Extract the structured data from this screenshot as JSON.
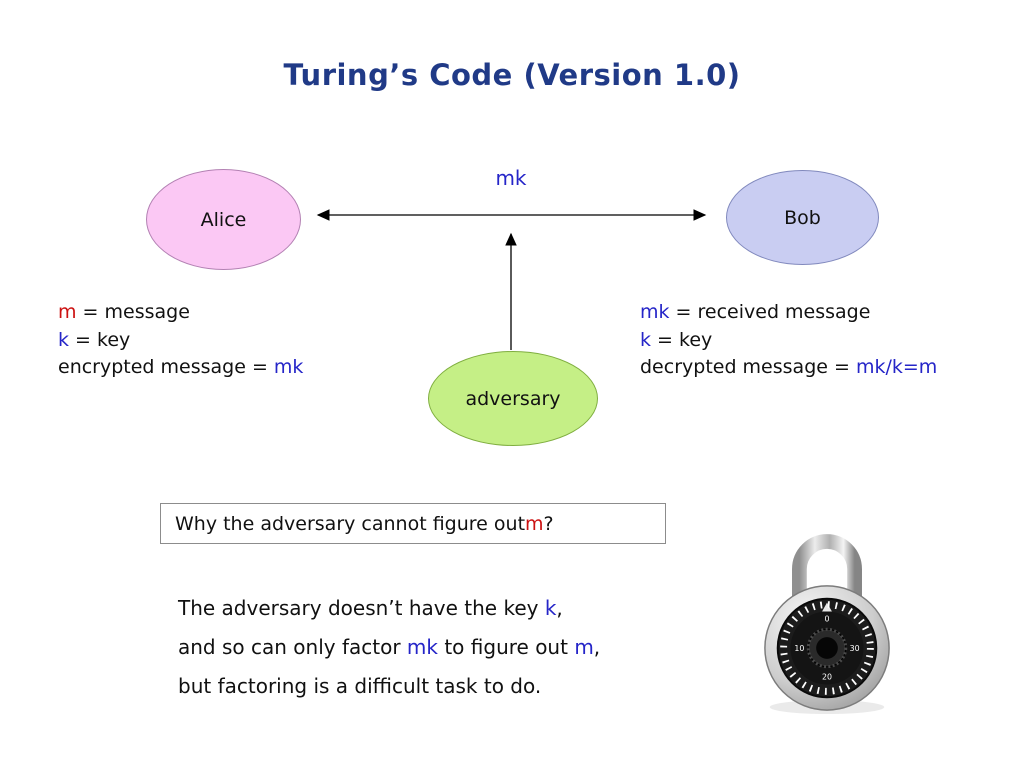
{
  "slide": {
    "title": "Turing’s Code (Version 1.0)"
  },
  "diagram": {
    "alice_label": "Alice",
    "bob_label": "Bob",
    "adversary_label": "adversary",
    "channel_label": "mk"
  },
  "left_block": {
    "lines": [
      [
        {
          "text": "m",
          "color": "red"
        },
        {
          "text": " = message",
          "color": "black"
        }
      ],
      [
        {
          "text": "k",
          "color": "blue"
        },
        {
          "text": " = key",
          "color": "black"
        }
      ],
      [
        {
          "text": "encrypted message = ",
          "color": "black"
        },
        {
          "text": "mk",
          "color": "blue"
        }
      ]
    ]
  },
  "right_block": {
    "lines": [
      [
        {
          "text": "mk",
          "color": "blue"
        },
        {
          "text": " = received message",
          "color": "black"
        }
      ],
      [
        {
          "text": "k",
          "color": "blue"
        },
        {
          "text": " = key",
          "color": "black"
        }
      ],
      [
        {
          "text": "decrypted message = ",
          "color": "black"
        },
        {
          "text": "mk/k=m",
          "color": "blue"
        }
      ]
    ]
  },
  "question_box": {
    "segments": [
      {
        "text": "Why the adversary cannot figure out ",
        "color": "black"
      },
      {
        "text": "m",
        "color": "red"
      },
      {
        "text": "?",
        "color": "black"
      }
    ]
  },
  "explanation": {
    "lines": [
      [
        {
          "text": "The adversary doesn’t have the key ",
          "color": "black"
        },
        {
          "text": "k",
          "color": "blue"
        },
        {
          "text": ",",
          "color": "black"
        }
      ],
      [
        {
          "text": "and so can only factor ",
          "color": "black"
        },
        {
          "text": "mk",
          "color": "blue"
        },
        {
          "text": " to figure out ",
          "color": "black"
        },
        {
          "text": "m",
          "color": "blue"
        },
        {
          "text": ",",
          "color": "black"
        }
      ],
      [
        {
          "text": "but factoring is a difficult task to do.",
          "color": "black"
        }
      ]
    ]
  },
  "icons": {
    "padlock": "combination-padlock"
  },
  "colors": {
    "title": "#203a87",
    "text": "#111111",
    "accent_blue": "#2525c8",
    "accent_red": "#cc1111",
    "alice_fill": "#fbc8f4",
    "alice_border": "#b381b3",
    "bob_fill": "#c9cdf2",
    "bob_border": "#8189bd",
    "adversary_fill": "#c5ef86",
    "adversary_border": "#7fae3f",
    "box_border": "#8c8c8c"
  }
}
